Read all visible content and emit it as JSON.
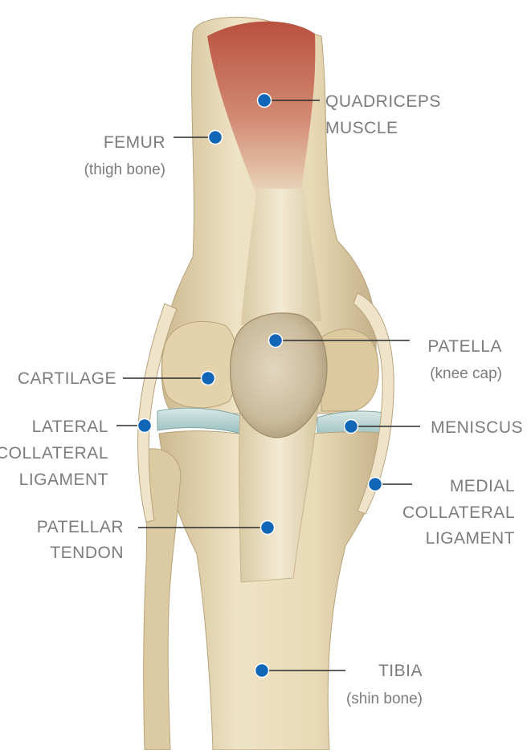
{
  "colors": {
    "marker": "#1266b8",
    "label_text": "#7c7c7e",
    "bone": "#e6d7b4",
    "bone_shadow": "#c9b68c",
    "muscle": "#c9705c",
    "tendon": "#ede1c2",
    "meniscus": "#b9d3d2",
    "patella": "#d2c4aa"
  },
  "labels": {
    "quadriceps": {
      "lines": [
        "QUADRICEPS",
        "MUSCLE"
      ]
    },
    "femur": {
      "lines": [
        "FEMUR",
        "(thigh bone)"
      ]
    },
    "patella": {
      "lines": [
        "PATELLA",
        "(knee cap)"
      ]
    },
    "cartilage": {
      "lines": [
        "CARTILAGE"
      ]
    },
    "lateral_collateral": {
      "lines": [
        "LATERAL",
        "COLLATERAL",
        "LIGAMENT"
      ]
    },
    "meniscus": {
      "lines": [
        "MENISCUS"
      ]
    },
    "medial_collateral": {
      "lines": [
        "MEDIAL",
        "COLLATERAL",
        "LIGAMENT"
      ]
    },
    "patellar_tendon": {
      "lines": [
        "PATELLAR",
        "TENDON"
      ]
    },
    "tibia": {
      "lines": [
        "TIBIA",
        "(shin bone)"
      ]
    }
  },
  "icons": {
    "marker": "marker-dot-icon"
  }
}
